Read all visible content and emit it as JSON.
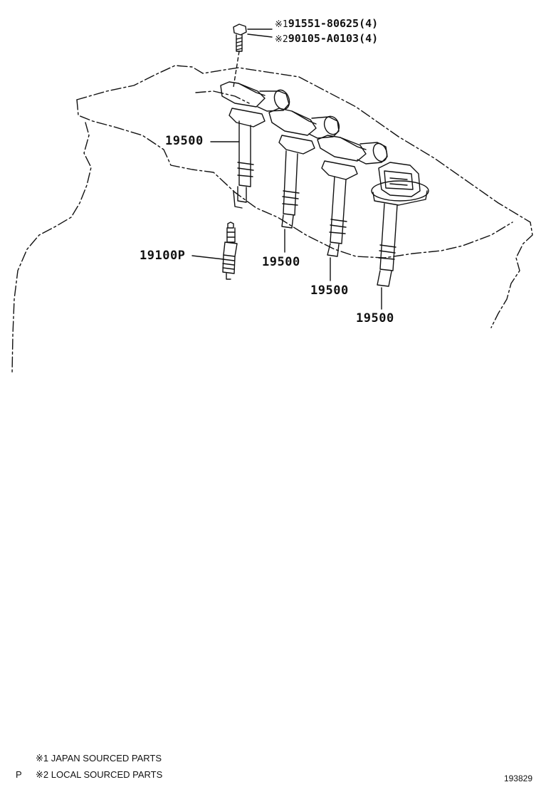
{
  "bolt": {
    "ref1_mark": "※1",
    "ref1_part": "91551-80625(4)",
    "ref2_mark": "※2",
    "ref2_part": "90105-A0103(4)"
  },
  "callouts": {
    "coil_1": "19500",
    "coil_2": "19500",
    "coil_3": "19500",
    "coil_4": "19500",
    "spark_plug": "19100P"
  },
  "footnotes": {
    "prefix": "P",
    "note1": "※1 JAPAN SOURCED PARTS",
    "note2": "※2 LOCAL SOURCED PARTS"
  },
  "illustration_code": "193829"
}
